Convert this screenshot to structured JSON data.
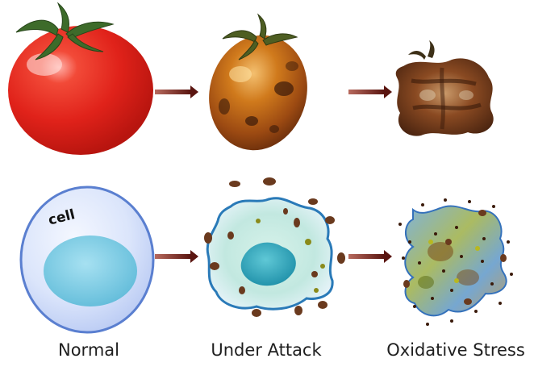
{
  "stages": [
    {
      "id": "normal",
      "label": "Normal"
    },
    {
      "id": "under-attack",
      "label": "Under Attack"
    },
    {
      "id": "oxidative-stress",
      "label": "Oxidative Stress"
    }
  ],
  "cell_label": "cell",
  "colors": {
    "tomato_fresh": "#e8231a",
    "tomato_stem": "#3d6b2a",
    "tomato_bruised": "#a7620f",
    "tomato_rotten": "#5a2f16",
    "arrow": "#6b1e14",
    "cell_membrane": "#5a7fd0",
    "cell_fill": "#dfe8fb",
    "nucleus": "#6fc7dd",
    "radical_brown": "#6a3a1e",
    "radical_olive": "#8a8a1a"
  },
  "icons": [
    "tomato-icon",
    "cell-icon",
    "arrow-icon",
    "free-radical-icon"
  ]
}
